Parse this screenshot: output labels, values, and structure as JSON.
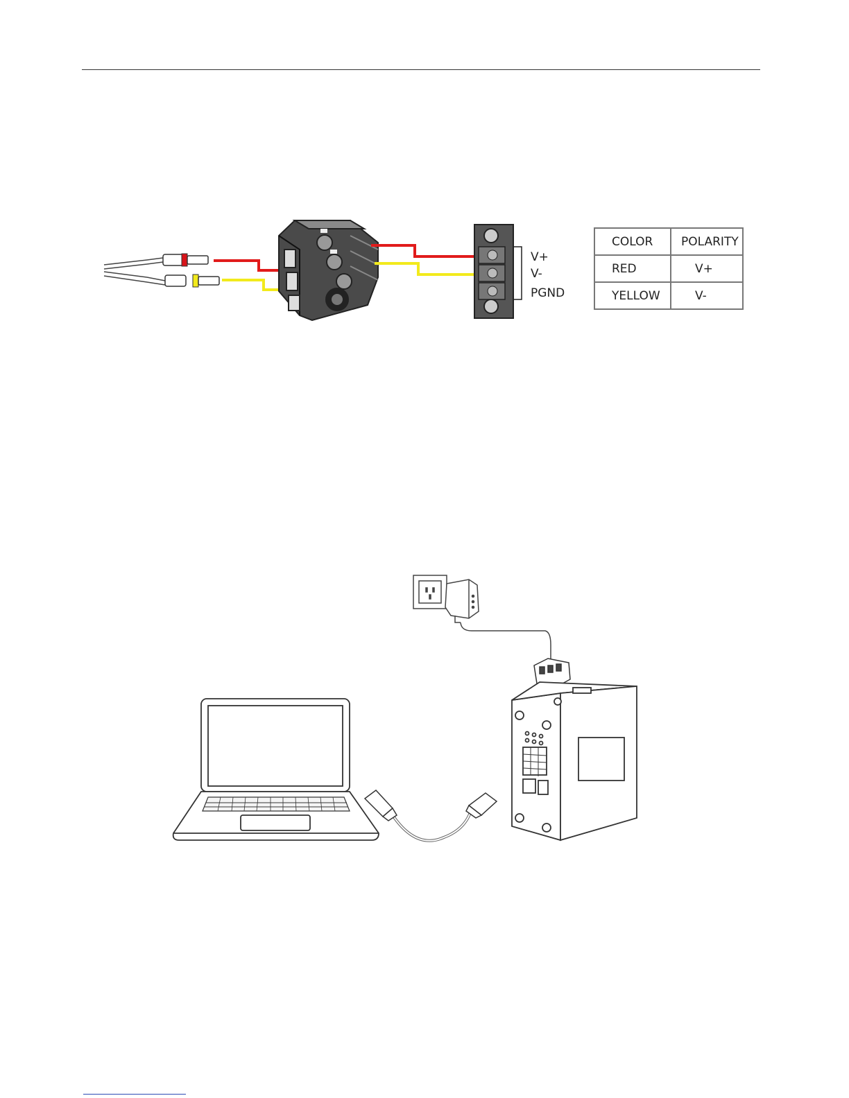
{
  "terminal_labels": [
    "V+",
    "V-",
    "PGND"
  ],
  "polarity_table": {
    "headers": [
      "COLOR",
      "POLARITY"
    ],
    "rows": [
      {
        "color": "RED",
        "polarity": "V+"
      },
      {
        "color": "YELLOW",
        "polarity": "V-"
      }
    ]
  },
  "wire_colors": {
    "positive": "#e11b1b",
    "negative": "#f2ea1c"
  }
}
